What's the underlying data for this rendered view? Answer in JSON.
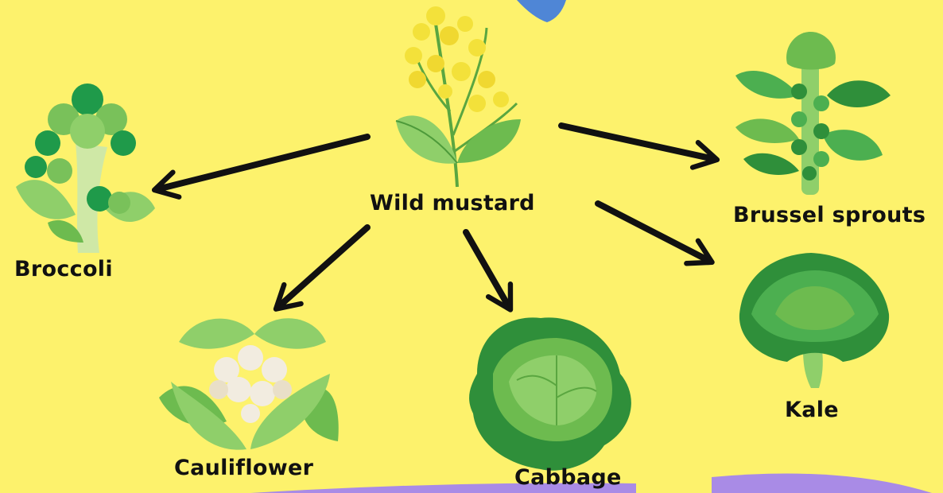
{
  "colors": {
    "background": "#fdf26c",
    "arrow": "#111111",
    "leaf_dark": "#2f8f3a",
    "leaf_mid": "#4caf50",
    "leaf_light": "#8fcf6a",
    "flower_yellow": "#f3e13a",
    "accent_blue": "#4f86d6",
    "accent_purple": "#a98be6"
  },
  "diagram": {
    "source": {
      "label": "Wild mustard",
      "icon": "wild-mustard-plant-icon"
    },
    "targets": [
      {
        "key": "broccoli",
        "label": "Broccoli",
        "icon": "broccoli-icon"
      },
      {
        "key": "cauliflower",
        "label": "Cauliflower",
        "icon": "cauliflower-icon"
      },
      {
        "key": "cabbage",
        "label": "Cabbage",
        "icon": "cabbage-icon"
      },
      {
        "key": "brussel",
        "label": "Brussel sprouts",
        "icon": "brussel-sprouts-icon"
      },
      {
        "key": "kale",
        "label": "Kale",
        "icon": "kale-icon"
      }
    ]
  }
}
